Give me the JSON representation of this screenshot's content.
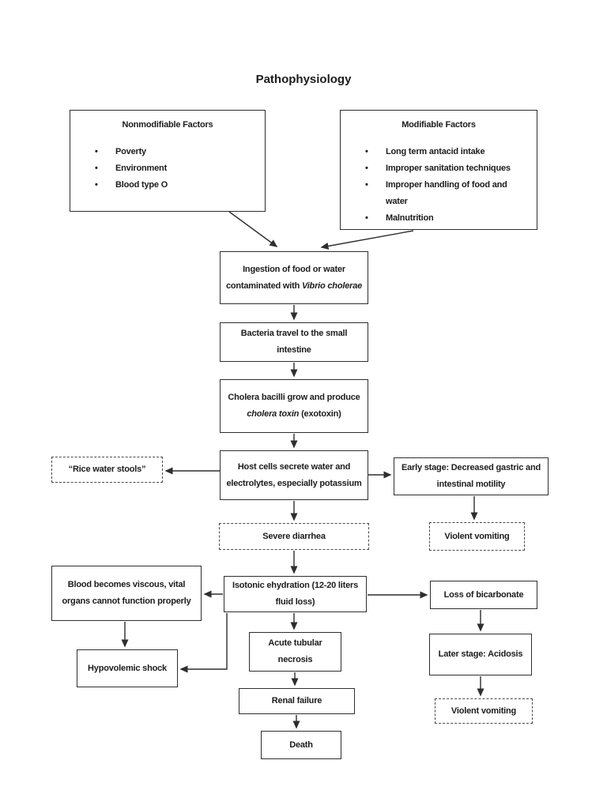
{
  "page": {
    "title": "Pathophysiology"
  },
  "factor_boxes": {
    "nonmodifiable": {
      "title": "Nonmodifiable Factors",
      "items": [
        "Poverty",
        "Environment",
        "Blood type O"
      ]
    },
    "modifiable": {
      "title": "Modifiable Factors",
      "items": [
        "Long term antacid intake",
        "Improper sanitation techniques",
        "Improper handling of food and water",
        "Malnutrition"
      ]
    }
  },
  "nodes": {
    "ingestion": {
      "pre": "Ingestion of food or water contaminated with ",
      "italic": "Vibrio cholerae"
    },
    "bacteria": {
      "text": "Bacteria travel to the small intestine"
    },
    "cholera_growth": {
      "pre": "Cholera bacilli grow and produce ",
      "italic": "cholera toxin",
      "post": " (exotoxin)"
    },
    "host_cells": {
      "text": "Host cells secrete water and electrolytes, especially potassium"
    },
    "rice_water_stools": {
      "text": "“Rice water stools”"
    },
    "early_stage": {
      "text": "Early stage: Decreased gastric and intestinal motility"
    },
    "violent_vomiting_1": {
      "text": "Violent vomiting"
    },
    "severe_diarrhea": {
      "text": "Severe diarrhea"
    },
    "blood_viscous": {
      "text": "Blood becomes viscous, vital organs cannot function properly"
    },
    "isotonic_dehydration": {
      "text": "Isotonic ehydration (12-20 liters fluid loss)"
    },
    "loss_bicarbonate": {
      "text": "Loss of bicarbonate"
    },
    "hypovolemic_shock": {
      "text": "Hypovolemic shock"
    },
    "acute_tubular_necrosis": {
      "text": "Acute tubular necrosis"
    },
    "later_stage_acidosis": {
      "text": "Later stage: Acidosis"
    },
    "renal_failure": {
      "text": "Renal failure"
    },
    "violent_vomiting_2": {
      "text": "Violent vomiting"
    },
    "death": {
      "text": "Death"
    }
  },
  "colors": {
    "background": "#ffffff",
    "line": "#2e2e2e",
    "text": "#1c1c1c"
  }
}
